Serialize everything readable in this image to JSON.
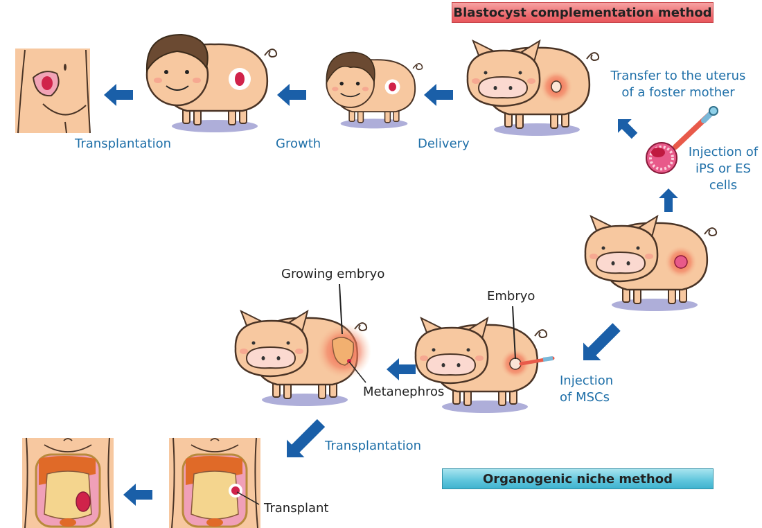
{
  "methods": {
    "blastocyst": "Blastocyst complementation method",
    "organogenic": "Organogenic niche method"
  },
  "labels": {
    "transplantation_top": "Transplantation",
    "growth": "Growth",
    "delivery": "Delivery",
    "transfer_line1": "Transfer to the uterus",
    "transfer_line2": "of a foster mother",
    "injection_ips_line1": "Injection of",
    "injection_ips_line2": "iPS or ES",
    "injection_ips_line3": "cells",
    "growing_embryo": "Growing embryo",
    "embryo": "Embryo",
    "metanephros": "Metanephros",
    "injection_mscs_line1": "Injection",
    "injection_mscs_line2": "of MSCs",
    "transplantation_bottom": "Transplantation",
    "transplant": "Transplant"
  },
  "colors": {
    "arrow": "#1a5fa8",
    "label_blue": "#1e6fa8",
    "pig_skin": "#f7c8a0",
    "outline": "#4a3426",
    "shadow": "#9a9ad0",
    "glow": "#f0503c",
    "kidney": "#d0234a"
  }
}
